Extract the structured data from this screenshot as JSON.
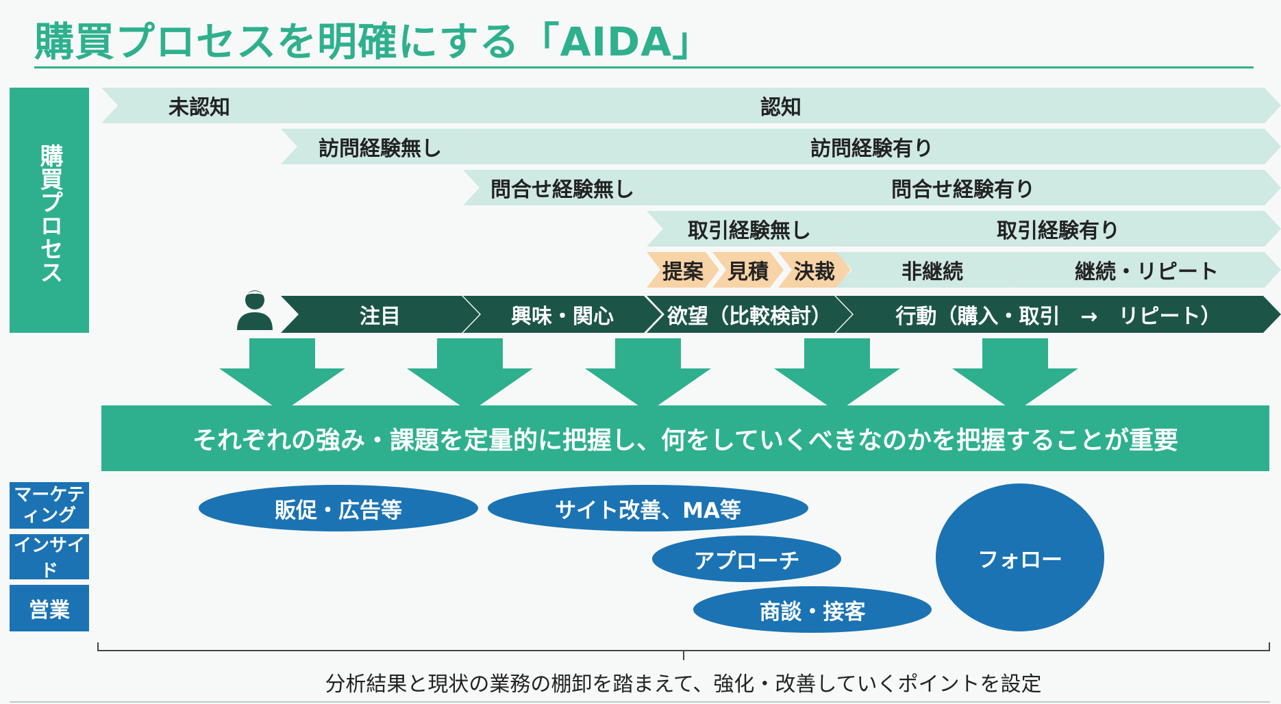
{
  "title": "購買プロセスを明確にする「AIDA」",
  "sidebar_label": "購買プロセス",
  "process_rows": {
    "row1": [
      "未認知",
      "認知"
    ],
    "row2": [
      "訪問経験無し",
      "訪問経験有り"
    ],
    "row3": [
      "問合せ経験無し",
      "問合せ経験有り"
    ],
    "row4": [
      "取引経験無し",
      "取引経験有り"
    ],
    "row5_steps": [
      "提案",
      "見積",
      "決裁"
    ],
    "row5_status": [
      "非継続",
      "継続・リピート"
    ]
  },
  "aida_stages": [
    "注目",
    "興味・関心",
    "欲望（比較検討）",
    "行動（購入・取引　→　リピート）"
  ],
  "banner": "それぞれの強み・課題を定量的に把握し、何をしていくべきなのかを把握することが重要",
  "roles": [
    "マーケティング",
    "インサイド",
    "営業"
  ],
  "ovals": [
    "販促・広告等",
    "サイト改善、MA等",
    "アプローチ",
    "商談・接客",
    "フォロー"
  ],
  "footer": "分析結果と現状の業務の棚卸を踏まえて、強化・改善していくポイントを設定",
  "colors": {
    "primary_green": "#2eb08e",
    "light_teal": "#cfe9e3",
    "dark_green": "#1c5548",
    "orange": "#f7d3a6",
    "blue": "#1b73b3"
  }
}
